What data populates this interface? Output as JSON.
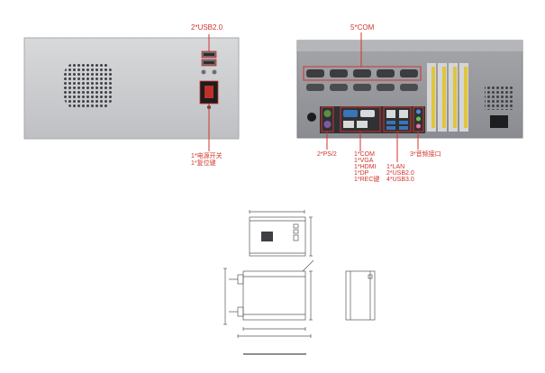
{
  "callouts": {
    "usb_front": "2*USB2.0",
    "power_switch": "1*电源开关",
    "reset_button": "1*复位键",
    "com_ports": "5*COM",
    "ps2": "2*PS/2",
    "io_group": [
      "1*COM",
      "1*VGA",
      "1*HDMI",
      "1*DP",
      "1*REC键"
    ],
    "audio": "3*音频接口",
    "net_usb": [
      "1*LAN",
      "2*USB2.0",
      "4*USB3.0"
    ]
  },
  "colors": {
    "callout": "#d0342c",
    "chassis": "#c9cacc",
    "rear_panel": "#8f9196"
  },
  "icons": [
    "vent-grille-icon",
    "power-switch-icon",
    "usb-port-icon",
    "com-port-icon",
    "ps2-port-icon",
    "audio-jack-icon",
    "power-socket-icon"
  ]
}
